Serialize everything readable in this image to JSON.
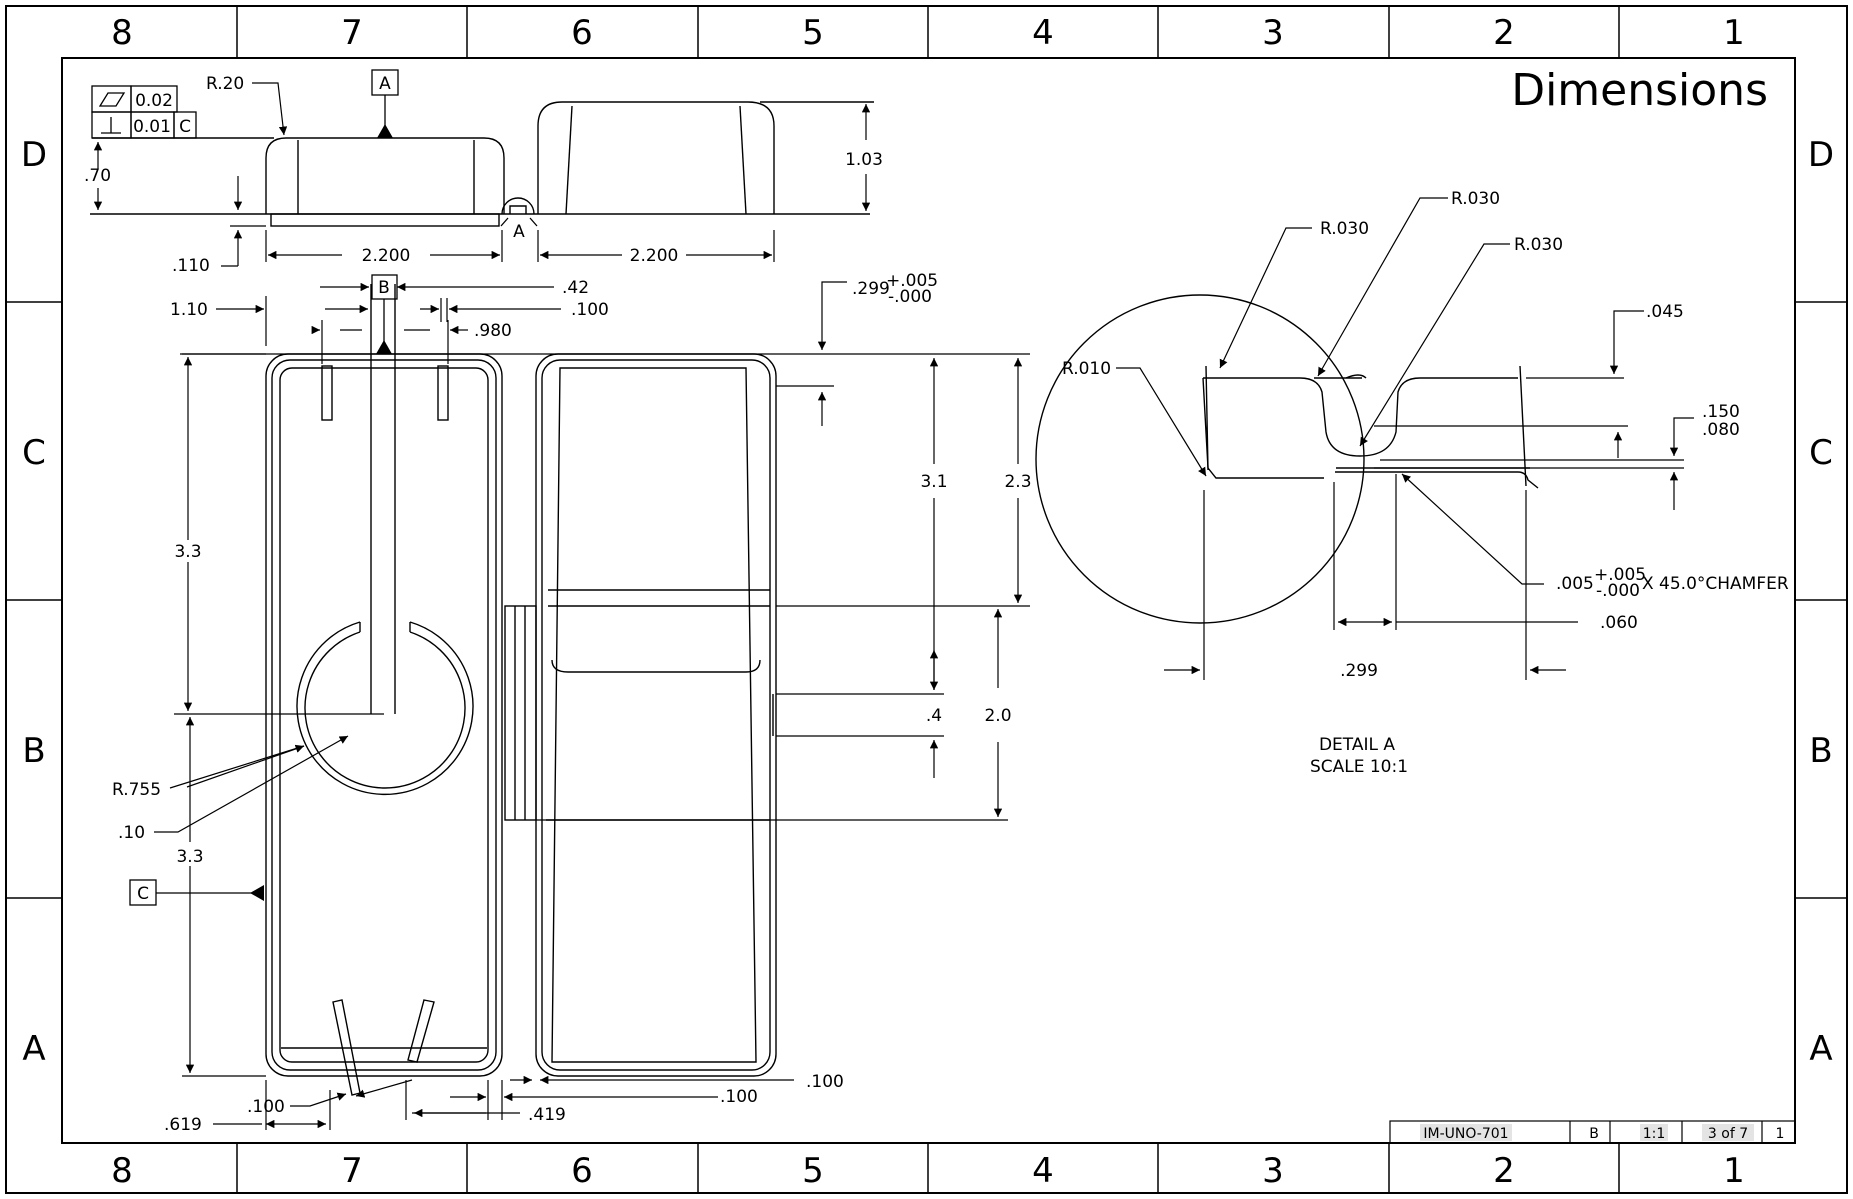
{
  "sheet": {
    "title": "Dimensions",
    "zones_cols": [
      "8",
      "7",
      "6",
      "5",
      "4",
      "3",
      "2",
      "1"
    ],
    "zones_rows": [
      "D",
      "C",
      "B",
      "A"
    ]
  },
  "title_block": {
    "part_no": "IM-UNO-701",
    "rev": "B",
    "scale": "1:1",
    "sheet": "3 of 7",
    "page": "1"
  },
  "gdt": {
    "flatness_value": "0.02",
    "perpendicularity_value": "0.01",
    "perpendicularity_datum": "C",
    "datum_a": "A",
    "datum_b": "B",
    "datum_c": "C",
    "section_a": "A"
  },
  "side_view": {
    "r20": "R.20",
    "d70": ".70",
    "d110": ".110",
    "w_left": "2.200",
    "w_right": "2.200",
    "h103": "1.03"
  },
  "top_view": {
    "d110": "1.10",
    "d42": ".42",
    "d100_top": ".100",
    "d980": ".980",
    "d299_base": ".299",
    "d299_plus": "+.005",
    "d299_minus": "-.000",
    "d33_top": "3.3",
    "d33_bot": "3.3",
    "r755": "R.755",
    "d10": ".10",
    "d31": "3.1",
    "d23": "2.3",
    "d4": ".4",
    "d20": "2.0",
    "d100_b1": ".100",
    "d100_b2": ".100",
    "d100_b3": ".100",
    "d419": ".419",
    "d619": ".619"
  },
  "detail": {
    "r030_a": "R.030",
    "r030_b": "R.030",
    "r030_c": "R.030",
    "r010": "R.010",
    "d045": ".045",
    "d150": ".150",
    "d080": ".080",
    "chamfer_base": ".005",
    "chamfer_plus": "+.005",
    "chamfer_minus": "-.000",
    "chamfer_suffix": "X 45.0°CHAMFER",
    "d060": ".060",
    "d299": ".299",
    "label": "DETAIL A",
    "scale": "SCALE 10:1"
  }
}
